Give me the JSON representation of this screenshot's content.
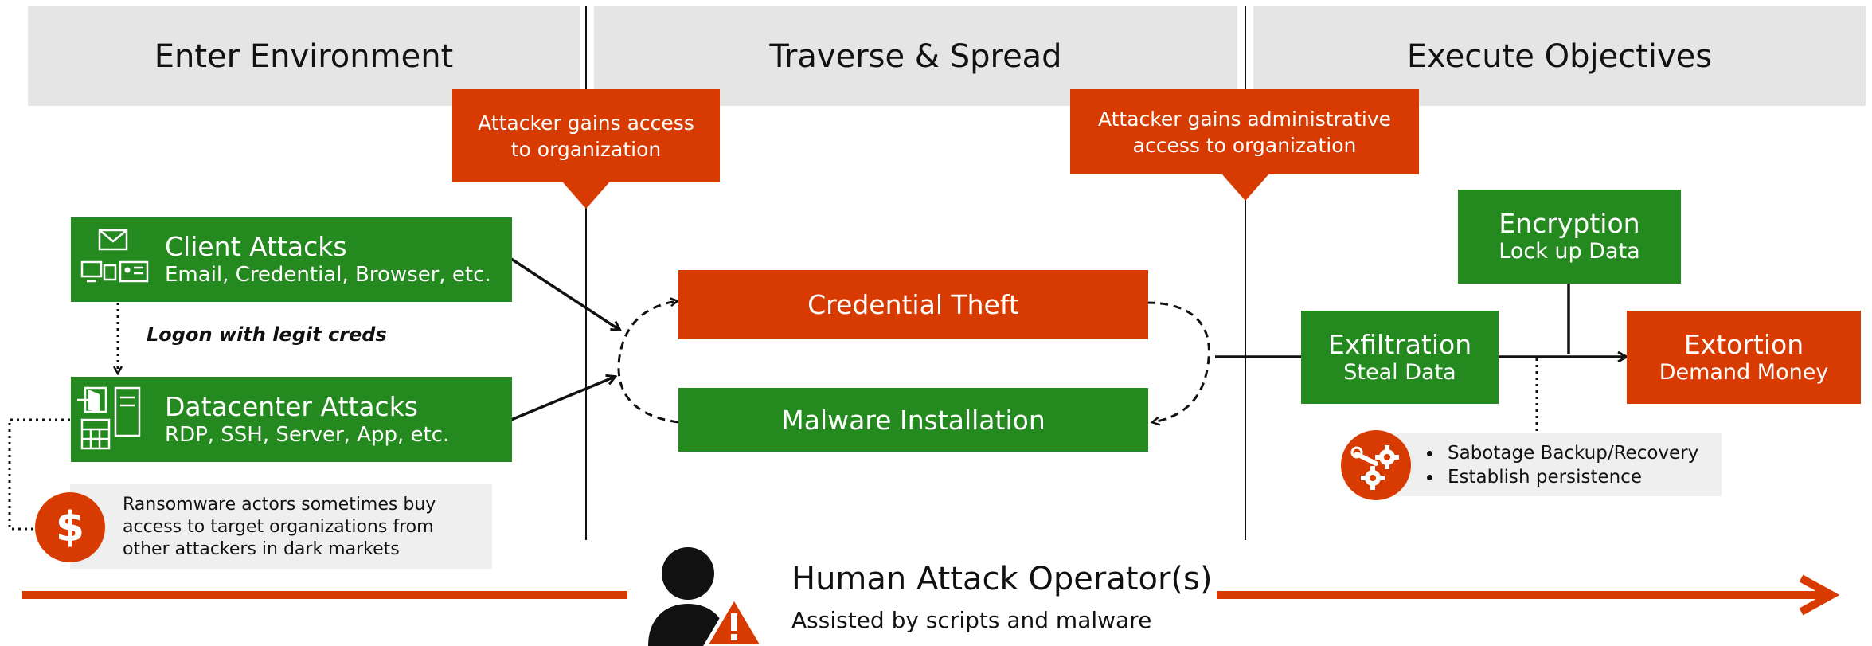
{
  "phases": [
    {
      "label": "Enter Environment"
    },
    {
      "label": "Traverse & Spread"
    },
    {
      "label": "Execute Objectives"
    }
  ],
  "callouts": {
    "access": "Attacker gains access to organization",
    "admin_access": "Attacker gains administrative access to organization"
  },
  "entry": {
    "client": {
      "title": "Client Attacks",
      "subtitle": "Email, Credential, Browser, etc."
    },
    "logon_label": "Logon with legit creds",
    "datacenter": {
      "title": "Datacenter Attacks",
      "subtitle": "RDP, SSH, Server, App, etc."
    },
    "purchase_note": "Ransomware actors sometimes buy access to target organizations from other attackers in dark markets"
  },
  "traverse": {
    "credential_theft": "Credential Theft",
    "malware_installation": "Malware Installation"
  },
  "objectives": {
    "encryption": {
      "title": "Encryption",
      "subtitle": "Lock up Data"
    },
    "exfiltration": {
      "title": "Exfiltration",
      "subtitle": "Steal Data"
    },
    "extortion": {
      "title": "Extortion",
      "subtitle": "Demand Money"
    },
    "sabotage_bullets": [
      "Sabotage Backup/Recovery",
      "Establish persistence"
    ]
  },
  "operator": {
    "title": "Human Attack Operator(s)",
    "subtitle": "Assisted by scripts and malware"
  },
  "icons": {
    "dollar": "$",
    "warning": "!"
  },
  "colors": {
    "accent_orange": "#d83b01",
    "accent_green": "#24891e",
    "phase_gray": "#e5e5e5",
    "note_gray": "#efefef"
  }
}
